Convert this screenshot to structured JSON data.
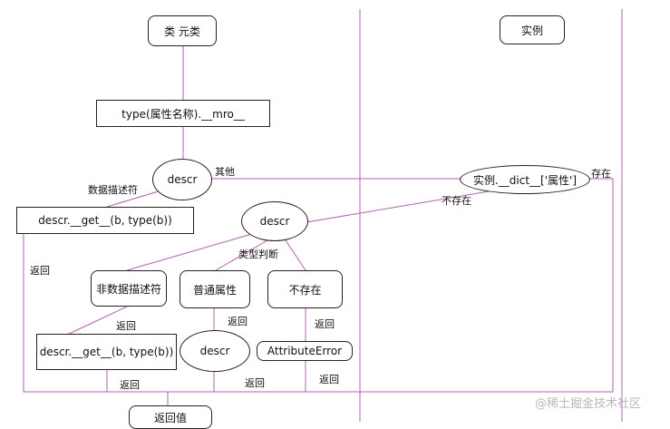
{
  "nodes": {
    "class_meta": "类  元类",
    "instance": "实例",
    "type_mro": "type(属性名称).__mro__",
    "descr_top": "descr",
    "instance_dict": "实例.__dict__['属性']",
    "get_top": "descr.__get__(b, type(b))",
    "descr_mid": "descr",
    "non_data_descr": "非数据描述符",
    "normal_attr": "普通属性",
    "not_exist": "不存在",
    "get_bottom": "descr.__get__(b, type(b))",
    "descr_bottom": "descr",
    "attribute_error": "AttributeError",
    "return_value": "返回值"
  },
  "labels": {
    "data_descriptor": "数据描述符",
    "other": "其他",
    "exists": "存在",
    "not_exists": "不存在",
    "type_check": "类型判断",
    "return_left": "返回",
    "return_nondata": "返回",
    "return_normal": "返回",
    "return_notexist": "返回",
    "return_get": "返回",
    "return_descr": "返回",
    "return_attrerr": "返回"
  },
  "watermark": "@稀土掘金技术社区",
  "colors": {
    "line": "#b061b0",
    "border": "#222222"
  }
}
